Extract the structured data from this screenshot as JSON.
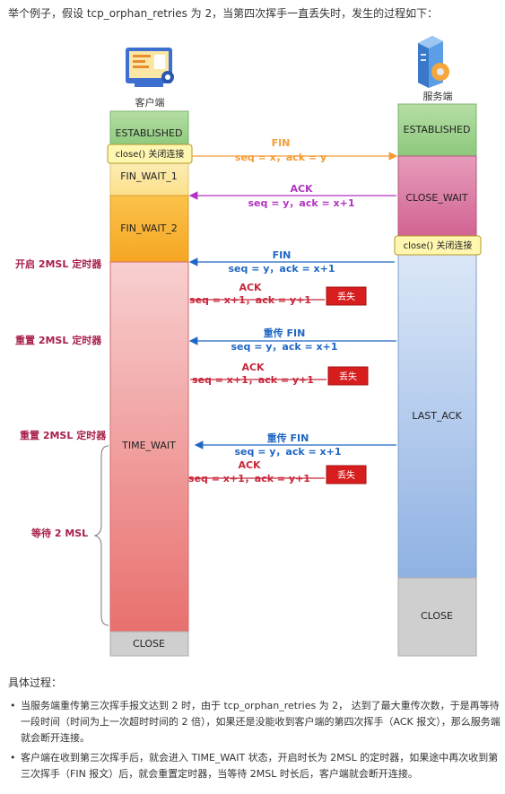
{
  "intro": "举个例子，假设 tcp_orphan_retries 为 2，当第四次挥手一直丢失时，发生的过程如下：",
  "diagram": {
    "client_label": "客户端",
    "server_label": "服务端",
    "client_states": {
      "established": "ESTABLISHED",
      "fin_wait_1": "FIN_WAIT_1",
      "fin_wait_2": "FIN_WAIT_2",
      "time_wait": "TIME_WAIT",
      "close": "CLOSE"
    },
    "server_states": {
      "established": "ESTABLISHED",
      "close_wait": "CLOSE_WAIT",
      "last_ack": "LAST_ACK",
      "close": "CLOSE"
    },
    "client_close_btn": "close() 关闭连接",
    "server_close_btn": "close() 关闭连接",
    "messages": [
      {
        "title": "FIN",
        "detail": "seq = x，ack = y"
      },
      {
        "title": "ACK",
        "detail": "seq = y，ack = x+1"
      },
      {
        "title": "FIN",
        "detail": "seq = y，ack = x+1"
      },
      {
        "title": "ACK",
        "detail": "seq = x+1，ack = y+1"
      },
      {
        "title": "重传 FIN",
        "detail": "seq = y，ack = x+1"
      },
      {
        "title": "ACK",
        "detail": "seq = x+1，ack = y+1"
      },
      {
        "title": "重传 FIN",
        "detail": "seq = y，ack = x+1"
      },
      {
        "title": "ACK",
        "detail": "seq = x+1，ack = y+1"
      }
    ],
    "lost_label": "丢失",
    "timer_labels": {
      "start": "开启 2MSL 定时器",
      "reset1": "重置 2MSL 定时器",
      "reset2": "重置 2MSL 定时器",
      "wait": "等待 2 MSL"
    },
    "colors": {
      "established": "#9ed28f",
      "fin_wait_1": "#fbe59a",
      "fin_wait_2": "#f9b432",
      "time_wait_top": "#f8cfd0",
      "time_wait_bottom": "#e8706e",
      "close": "#cfcfcf",
      "close_wait": "#d6719c",
      "last_ack_top": "#dbe7f7",
      "last_ack_bottom": "#8fb1e3",
      "button": "#fff6b0",
      "orange_msg": "#f39c34",
      "purple_msg": "#b133c2",
      "blue_msg": "#1f66c4",
      "ack_red": "#c8273b",
      "lost_box": "#d71d1d",
      "timer_text": "#a8204b"
    }
  },
  "details_title": "具体过程：",
  "steps": [
    "当服务端重传第三次挥手报文达到 2 时，由于 tcp_orphan_retries 为 2， 达到了最大重传次数，于是再等待一段时间（时间为上一次超时时间的 2 倍），如果还是没能收到客户端的第四次挥手（ACK 报文），那么服务端就会断开连接。",
    "客户端在收到第三次挥手后，就会进入 TIME_WAIT 状态，开启时长为 2MSL 的定时器，如果途中再次收到第三次挥手（FIN 报文）后，就会重置定时器，当等待 2MSL 时长后，客户端就会断开连接。"
  ]
}
